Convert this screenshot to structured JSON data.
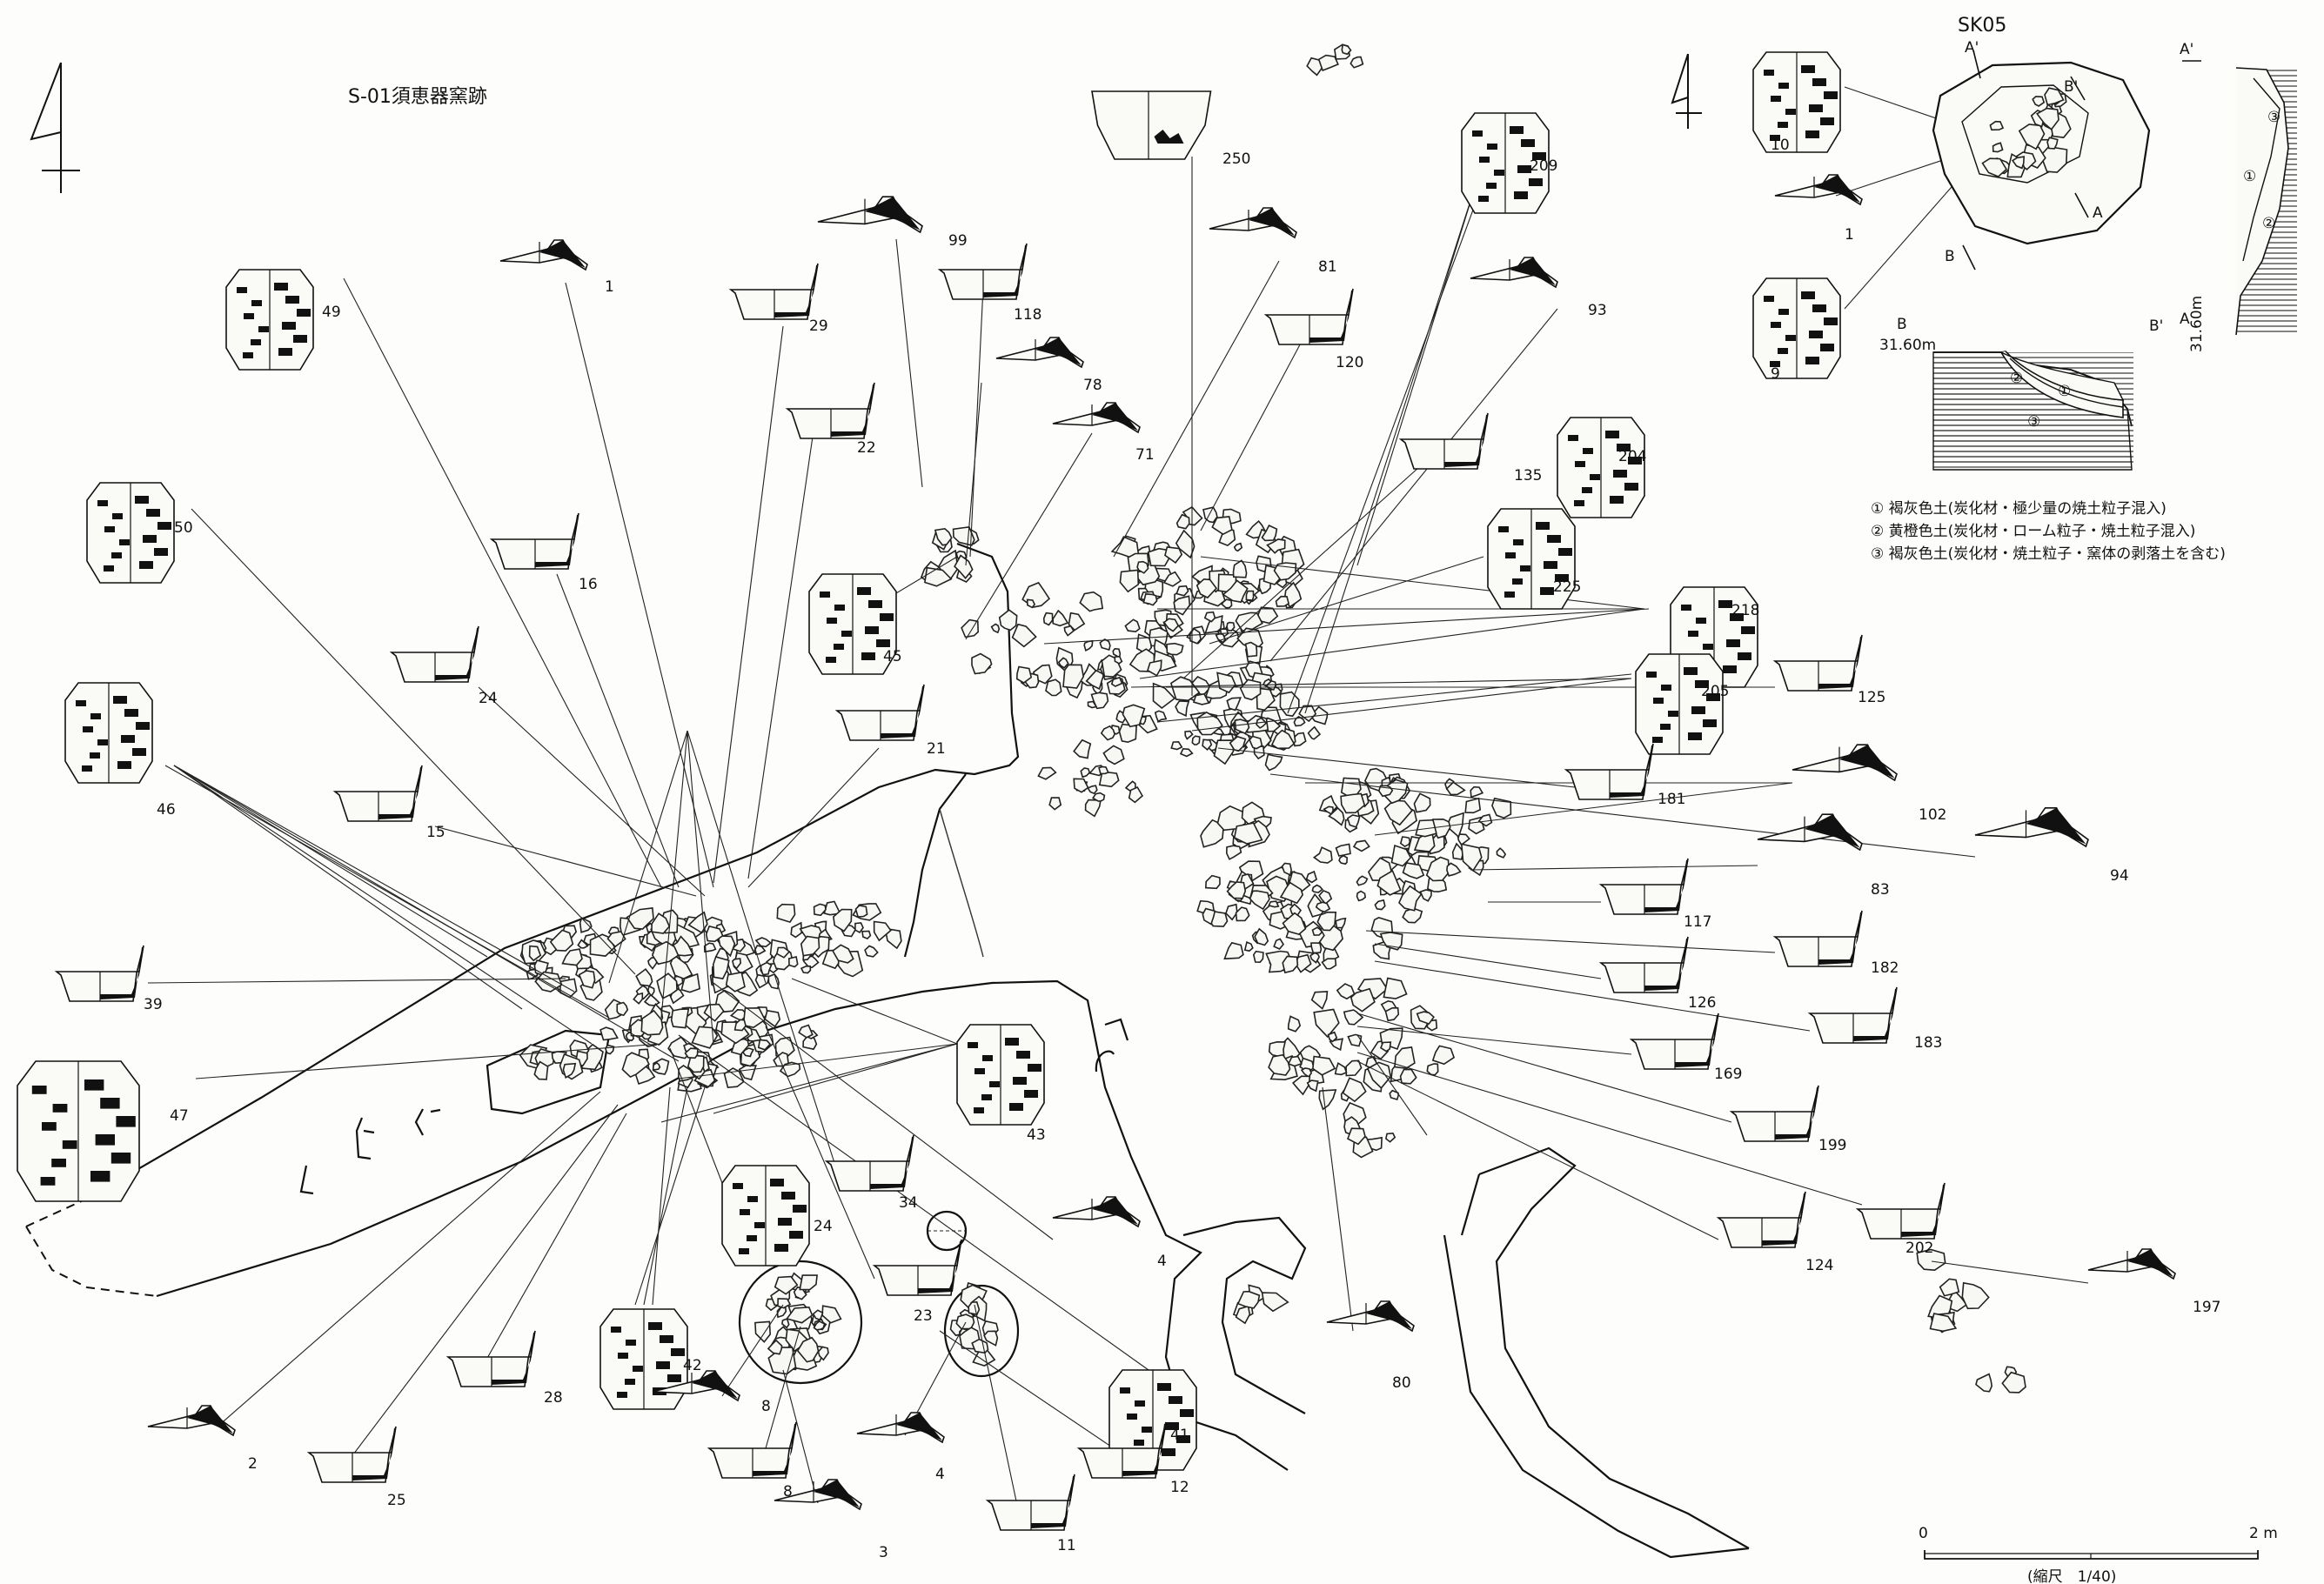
{
  "title": "S-01須恵器窯跡",
  "inset": {
    "title": "SK05",
    "elevation": "31.60m",
    "section_labels": [
      "A",
      "A'",
      "B",
      "B'"
    ],
    "layer_marks": [
      "①",
      "②",
      "③"
    ]
  },
  "legend": [
    "① 褐灰色土(炭化材・極少量の焼土粒子混入)",
    "② 黄橙色土(炭化材・ローム粒子・焼土粒子混入)",
    "③ 褐灰色土(炭化材・焼土粒子・窯体の剥落土を含む)"
  ],
  "scale": {
    "start": "0",
    "end": "2 m",
    "label": "(縮尺　1/40)"
  },
  "artifacts": [
    {
      "id": "49",
      "type": "jar"
    },
    {
      "id": "1",
      "type": "lid"
    },
    {
      "id": "99",
      "type": "lid"
    },
    {
      "id": "29",
      "type": "cup"
    },
    {
      "id": "118",
      "type": "cup"
    },
    {
      "id": "78",
      "type": "lid"
    },
    {
      "id": "22",
      "type": "cup"
    },
    {
      "id": "71",
      "type": "lid"
    },
    {
      "id": "250",
      "type": "bowl"
    },
    {
      "id": "81",
      "type": "lid"
    },
    {
      "id": "120",
      "type": "cup"
    },
    {
      "id": "209",
      "type": "jar"
    },
    {
      "id": "93",
      "type": "lid"
    },
    {
      "id": "135",
      "type": "cup"
    },
    {
      "id": "204",
      "type": "jar"
    },
    {
      "id": "225",
      "type": "jar"
    },
    {
      "id": "218",
      "type": "jar"
    },
    {
      "id": "205",
      "type": "jar"
    },
    {
      "id": "125",
      "type": "cup"
    },
    {
      "id": "50",
      "type": "jar"
    },
    {
      "id": "16",
      "type": "cup"
    },
    {
      "id": "45",
      "type": "jar"
    },
    {
      "id": "24",
      "type": "cup"
    },
    {
      "id": "21",
      "type": "cup"
    },
    {
      "id": "46",
      "type": "jar"
    },
    {
      "id": "15",
      "type": "cup"
    },
    {
      "id": "181",
      "type": "cup"
    },
    {
      "id": "102",
      "type": "lid"
    },
    {
      "id": "94",
      "type": "lid"
    },
    {
      "id": "83",
      "type": "lid"
    },
    {
      "id": "117",
      "type": "cup"
    },
    {
      "id": "182",
      "type": "cup"
    },
    {
      "id": "39",
      "type": "cup"
    },
    {
      "id": "126",
      "type": "cup"
    },
    {
      "id": "183",
      "type": "cup"
    },
    {
      "id": "169",
      "type": "cup"
    },
    {
      "id": "47",
      "type": "jar"
    },
    {
      "id": "43",
      "type": "jar"
    },
    {
      "id": "199",
      "type": "cup"
    },
    {
      "id": "34",
      "type": "cup"
    },
    {
      "id": "24",
      "type": "jar"
    },
    {
      "id": "4",
      "type": "lid"
    },
    {
      "id": "202",
      "type": "cup"
    },
    {
      "id": "124",
      "type": "cup"
    },
    {
      "id": "23",
      "type": "cup"
    },
    {
      "id": "197",
      "type": "lid"
    },
    {
      "id": "42",
      "type": "jar"
    },
    {
      "id": "28",
      "type": "cup"
    },
    {
      "id": "8",
      "type": "lid"
    },
    {
      "id": "80",
      "type": "lid"
    },
    {
      "id": "41",
      "type": "jar"
    },
    {
      "id": "2",
      "type": "lid"
    },
    {
      "id": "25",
      "type": "cup"
    },
    {
      "id": "4",
      "type": "lid"
    },
    {
      "id": "12",
      "type": "cup"
    },
    {
      "id": "8",
      "type": "cup"
    },
    {
      "id": "3",
      "type": "lid"
    },
    {
      "id": "11",
      "type": "cup"
    },
    {
      "id": "10",
      "type": "jar"
    },
    {
      "id": "1",
      "type": "lid"
    },
    {
      "id": "9",
      "type": "jar"
    }
  ]
}
